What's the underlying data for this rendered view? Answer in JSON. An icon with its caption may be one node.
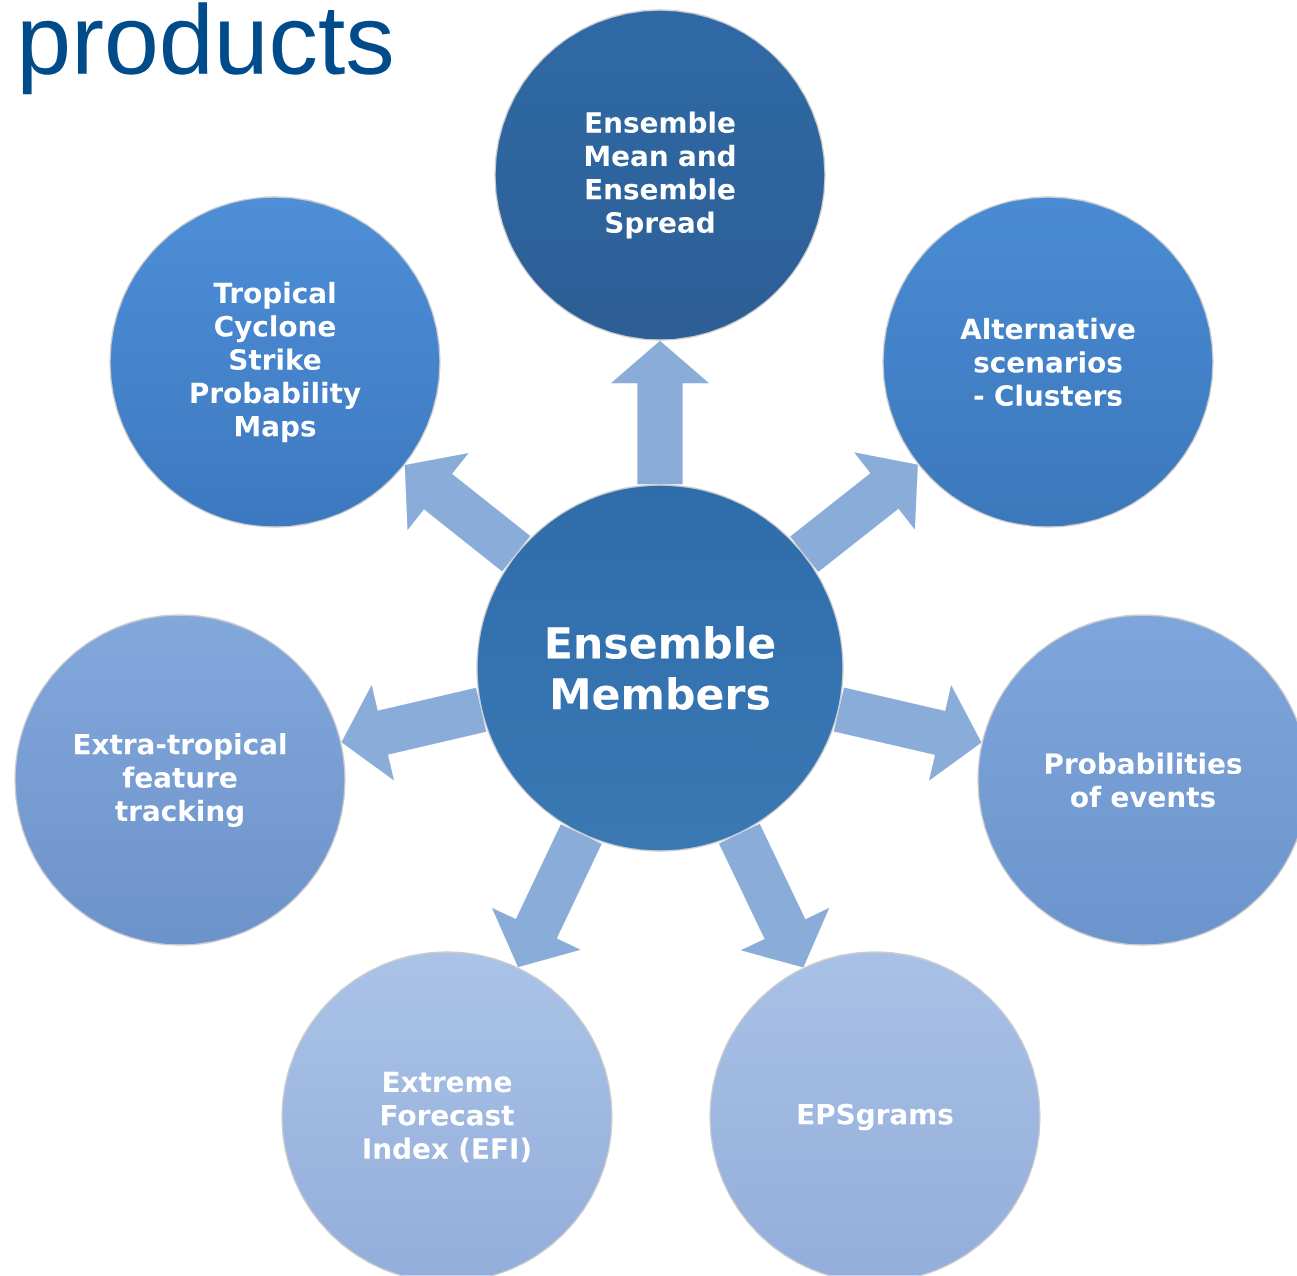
{
  "diagram": {
    "title": "products",
    "nodes": [
      {
        "text": [
          "Ensemble Members"
        ]
      },
      {
        "text": [
          "Ensemble Mean and Ensemble Spread"
        ]
      },
      {
        "text": [
          "Alternative scenarios - Clusters"
        ]
      },
      {
        "text": [
          "Probabilities of events"
        ]
      },
      {
        "text": [
          "EPSgrams"
        ]
      },
      {
        "text": [
          "Extreme Forecast Index (EFI)"
        ]
      },
      {
        "text": [
          "Extra-tropical feature tracking"
        ]
      },
      {
        "text": [
          "Tropical Cyclone Strike Probability Maps"
        ]
      }
    ],
    "edges": [
      {
        "from": 0,
        "to": 1,
        "arrow": "to"
      },
      {
        "from": 0,
        "to": 2,
        "arrow": "to"
      },
      {
        "from": 0,
        "to": 3,
        "arrow": "to"
      },
      {
        "from": 0,
        "to": 4,
        "arrow": "to"
      },
      {
        "from": 0,
        "to": 5,
        "arrow": "to"
      },
      {
        "from": 0,
        "to": 6,
        "arrow": "to"
      },
      {
        "from": 0,
        "to": 7,
        "arrow": "to"
      }
    ]
  }
}
